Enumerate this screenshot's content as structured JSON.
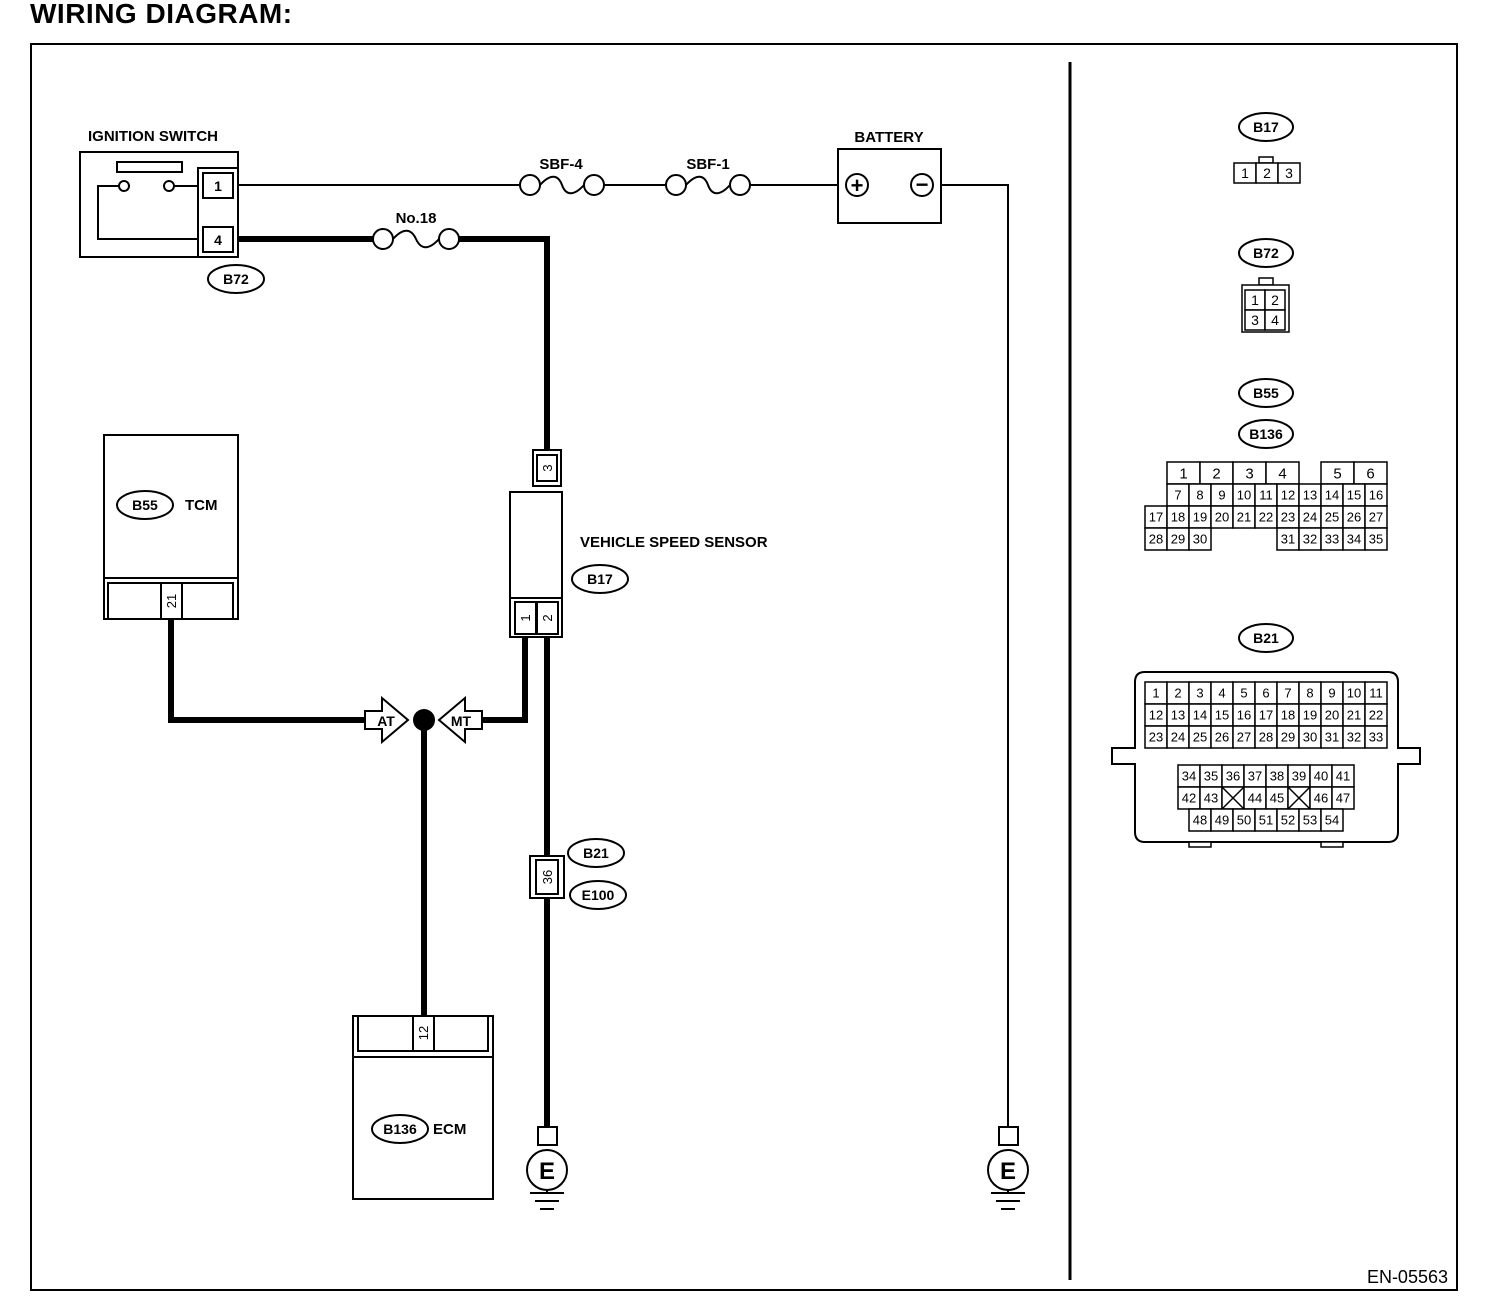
{
  "title": "WIRING DIAGRAM:",
  "figure_code": "EN-05563",
  "components": {
    "ignition_switch": "IGNITION SWITCH",
    "battery": "BATTERY",
    "plus": "+",
    "minus": "−",
    "fuse_sbf4": "SBF-4",
    "fuse_sbf1": "SBF-1",
    "fuse_no18": "No.18",
    "vss": "VEHICLE SPEED SENSOR",
    "tcm": "TCM",
    "ecm": "ECM",
    "at": "AT",
    "mt": "MT",
    "ground": "E"
  },
  "connector_tags": {
    "b72": "B72",
    "b17": "B17",
    "b55": "B55",
    "b136": "B136",
    "b21": "B21",
    "e100": "E100"
  },
  "pins": {
    "ig_top": "1",
    "ig_bottom": "4",
    "vss_top": "3",
    "vss_left": "1",
    "vss_right": "2",
    "tcm": "21",
    "ecm": "12",
    "b21_pin": "36"
  },
  "legend": {
    "b17_pins": [
      "1",
      "2",
      "3"
    ],
    "b72_pins": [
      "1",
      "2",
      "3",
      "4"
    ],
    "b55_rows": [
      [
        "1",
        "2",
        "3",
        "4",
        "",
        "5",
        "6"
      ],
      [
        "7",
        "8",
        "9",
        "10",
        "11",
        "12",
        "13",
        "14",
        "15",
        "16"
      ],
      [
        "17",
        "18",
        "19",
        "20",
        "21",
        "22",
        "23",
        "24",
        "25",
        "26",
        "27"
      ],
      [
        "28",
        "29",
        "30",
        "31",
        "32",
        "33",
        "34",
        "35"
      ]
    ],
    "b21_rows": [
      [
        "1",
        "2",
        "3",
        "4",
        "5",
        "6",
        "7",
        "8",
        "9",
        "10",
        "11"
      ],
      [
        "12",
        "13",
        "14",
        "15",
        "16",
        "17",
        "18",
        "19",
        "20",
        "21",
        "22"
      ],
      [
        "23",
        "24",
        "25",
        "26",
        "27",
        "28",
        "29",
        "30",
        "31",
        "32",
        "33"
      ],
      [
        "34",
        "35",
        "36",
        "37",
        "38",
        "39",
        "40",
        "41"
      ],
      [
        "42",
        "43",
        "",
        "44",
        "45",
        "",
        "46",
        "47"
      ],
      [
        "48",
        "49",
        "50",
        "51",
        "52",
        "53",
        "54"
      ]
    ]
  }
}
